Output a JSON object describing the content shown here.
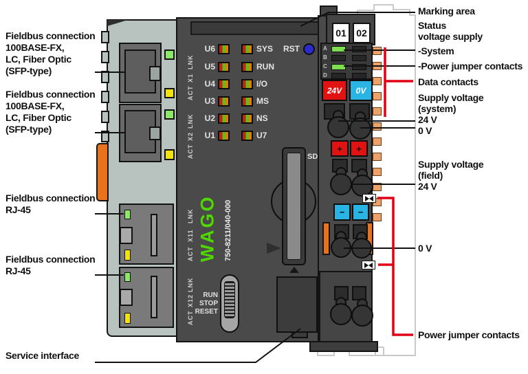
{
  "device": {
    "brand_logo": "WAGO",
    "model": "750-8211/040-000",
    "sd_label": "SD",
    "reset_label": "RST",
    "marking_numbers": [
      "01",
      "02"
    ],
    "status_leds_left": [
      "U6",
      "U5",
      "U4",
      "U3",
      "U2",
      "U1"
    ],
    "status_leds_right": [
      "SYS",
      "RUN",
      "I/O",
      "MS",
      "NS",
      "U7"
    ],
    "mode_switch_labels": [
      "RUN",
      "STOP",
      "RESET"
    ],
    "port_groups": {
      "x1": [
        "LNK",
        "X1",
        "ACT"
      ],
      "x2": [
        "LNK",
        "X2",
        "ACT"
      ],
      "x11": [
        "LNK",
        "X11",
        "ACT"
      ],
      "x12": [
        "LNK",
        "X12",
        "ACT"
      ]
    },
    "supply_status_rows": [
      "A",
      "B",
      "C",
      "D"
    ],
    "button_24v": "24V",
    "button_0v": "0V",
    "button_plus": "+",
    "button_minus": "−"
  },
  "callouts_left": [
    {
      "id": "sfp-1",
      "text": "Fieldbus connection\n100BASE-FX,\nLC, Fiber Optic\n(SFP-type)"
    },
    {
      "id": "sfp-2",
      "text": "Fieldbus connection\n100BASE-FX,\nLC, Fiber Optic\n(SFP-type)"
    },
    {
      "id": "rj45-1",
      "text": "Fieldbus connection\nRJ-45"
    },
    {
      "id": "rj45-2",
      "text": "Fieldbus connection\nRJ-45"
    },
    {
      "id": "service",
      "text": "Service interface"
    }
  ],
  "callouts_right": [
    {
      "id": "marking",
      "text": "Marking area"
    },
    {
      "id": "status-supply",
      "text": "Status\nvoltage supply"
    },
    {
      "id": "system",
      "text": "-System"
    },
    {
      "id": "pjc-status",
      "text": "-Power jumper contacts"
    },
    {
      "id": "data-contacts",
      "text": "Data contacts"
    },
    {
      "id": "supply-system",
      "text": "Supply voltage\n(system)\n24 V\n0 V"
    },
    {
      "id": "supply-field",
      "text": "Supply voltage\n(field)\n24 V"
    },
    {
      "id": "zero-v-field",
      "text": "0 V"
    },
    {
      "id": "pjc",
      "text": "Power jumper contacts"
    }
  ],
  "colors": {
    "body_gray": "#4a4a4a",
    "panel_gray": "#b8c3c0",
    "wago_green": "#4fd800",
    "led_red": "#c32414",
    "led_green": "#53c41c",
    "led_orange": "#d9820b",
    "indicator_green": "#8ce868",
    "indicator_yellow": "#f2e30e",
    "button_24v_red": "#e01212",
    "button_0v_cyan": "#29b4e4",
    "clip_orange": "#e8731c",
    "data_contact_tan": "#eda26a",
    "bracket_red": "#e00013",
    "rst_blue": "#2a2ace"
  }
}
